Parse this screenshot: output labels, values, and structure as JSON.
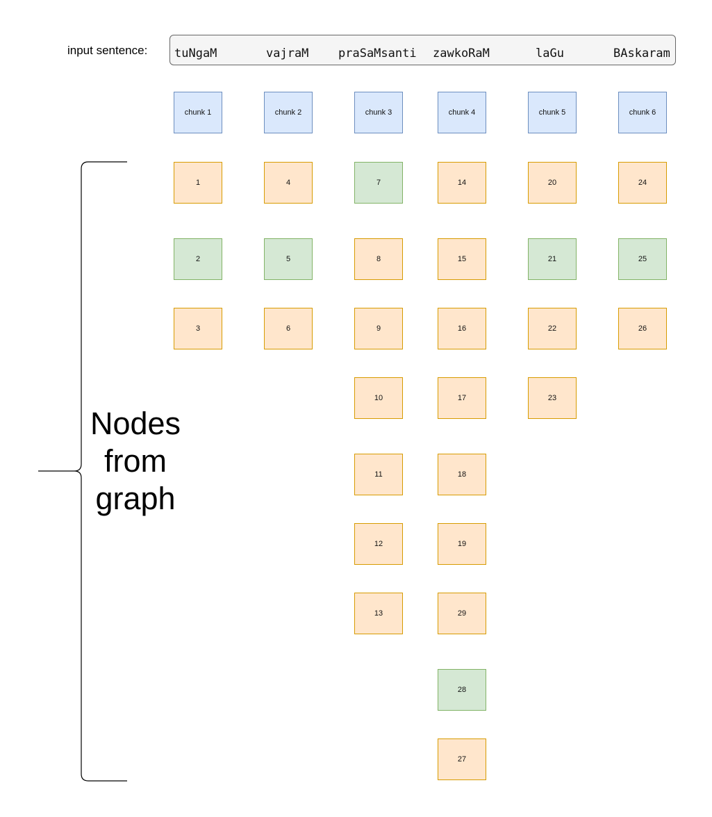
{
  "input_label": "input sentence:",
  "words": [
    "tuNgaM",
    "vajraM",
    "praSaMsanti",
    "zawkoRaM",
    "laGu",
    "BAskaram"
  ],
  "chunks": [
    "chunk 1",
    "chunk 2",
    "chunk 3",
    "chunk 4",
    "chunk 5",
    "chunk 6"
  ],
  "node_columns": [
    [
      {
        "label": "1",
        "color": "orange"
      },
      {
        "label": "2",
        "color": "green"
      },
      {
        "label": "3",
        "color": "orange"
      }
    ],
    [
      {
        "label": "4",
        "color": "orange"
      },
      {
        "label": "5",
        "color": "green"
      },
      {
        "label": "6",
        "color": "orange"
      }
    ],
    [
      {
        "label": "7",
        "color": "green"
      },
      {
        "label": "8",
        "color": "orange"
      },
      {
        "label": "9",
        "color": "orange"
      },
      {
        "label": "10",
        "color": "orange"
      },
      {
        "label": "11",
        "color": "orange"
      },
      {
        "label": "12",
        "color": "orange"
      },
      {
        "label": "13",
        "color": "orange"
      }
    ],
    [
      {
        "label": "14",
        "color": "orange"
      },
      {
        "label": "15",
        "color": "orange"
      },
      {
        "label": "16",
        "color": "orange"
      },
      {
        "label": "17",
        "color": "orange"
      },
      {
        "label": "18",
        "color": "orange"
      },
      {
        "label": "19",
        "color": "orange"
      },
      {
        "label": "29",
        "color": "orange"
      },
      {
        "label": "28",
        "color": "green"
      },
      {
        "label": "27",
        "color": "orange"
      }
    ],
    [
      {
        "label": "20",
        "color": "orange"
      },
      {
        "label": "21",
        "color": "green"
      },
      {
        "label": "22",
        "color": "orange"
      },
      {
        "label": "23",
        "color": "orange"
      }
    ],
    [
      {
        "label": "24",
        "color": "orange"
      },
      {
        "label": "25",
        "color": "green"
      },
      {
        "label": "26",
        "color": "orange"
      }
    ]
  ],
  "brace_label": "Nodes from graph",
  "colors": {
    "chunk_fill": "#dae8fc",
    "chunk_stroke": "#6c8ebf",
    "orange_fill": "#ffe6cc",
    "orange_stroke": "#d79b00",
    "green_fill": "#d5e8d4",
    "green_stroke": "#82b366"
  }
}
